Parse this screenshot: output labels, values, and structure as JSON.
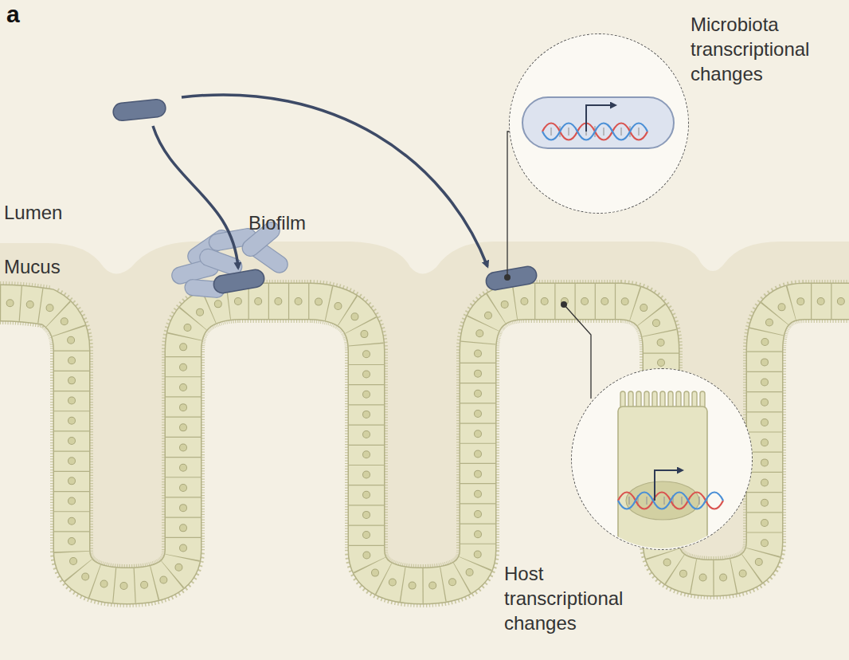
{
  "diagram": {
    "nodes": [
      {
        "text": [
          "Microbiota transcriptional changes"
        ]
      },
      {
        "text": [
          "Host transcriptional changes"
        ]
      }
    ],
    "labels": [
      "a",
      "Lumen",
      "Mucus",
      "Biofilm"
    ]
  }
}
